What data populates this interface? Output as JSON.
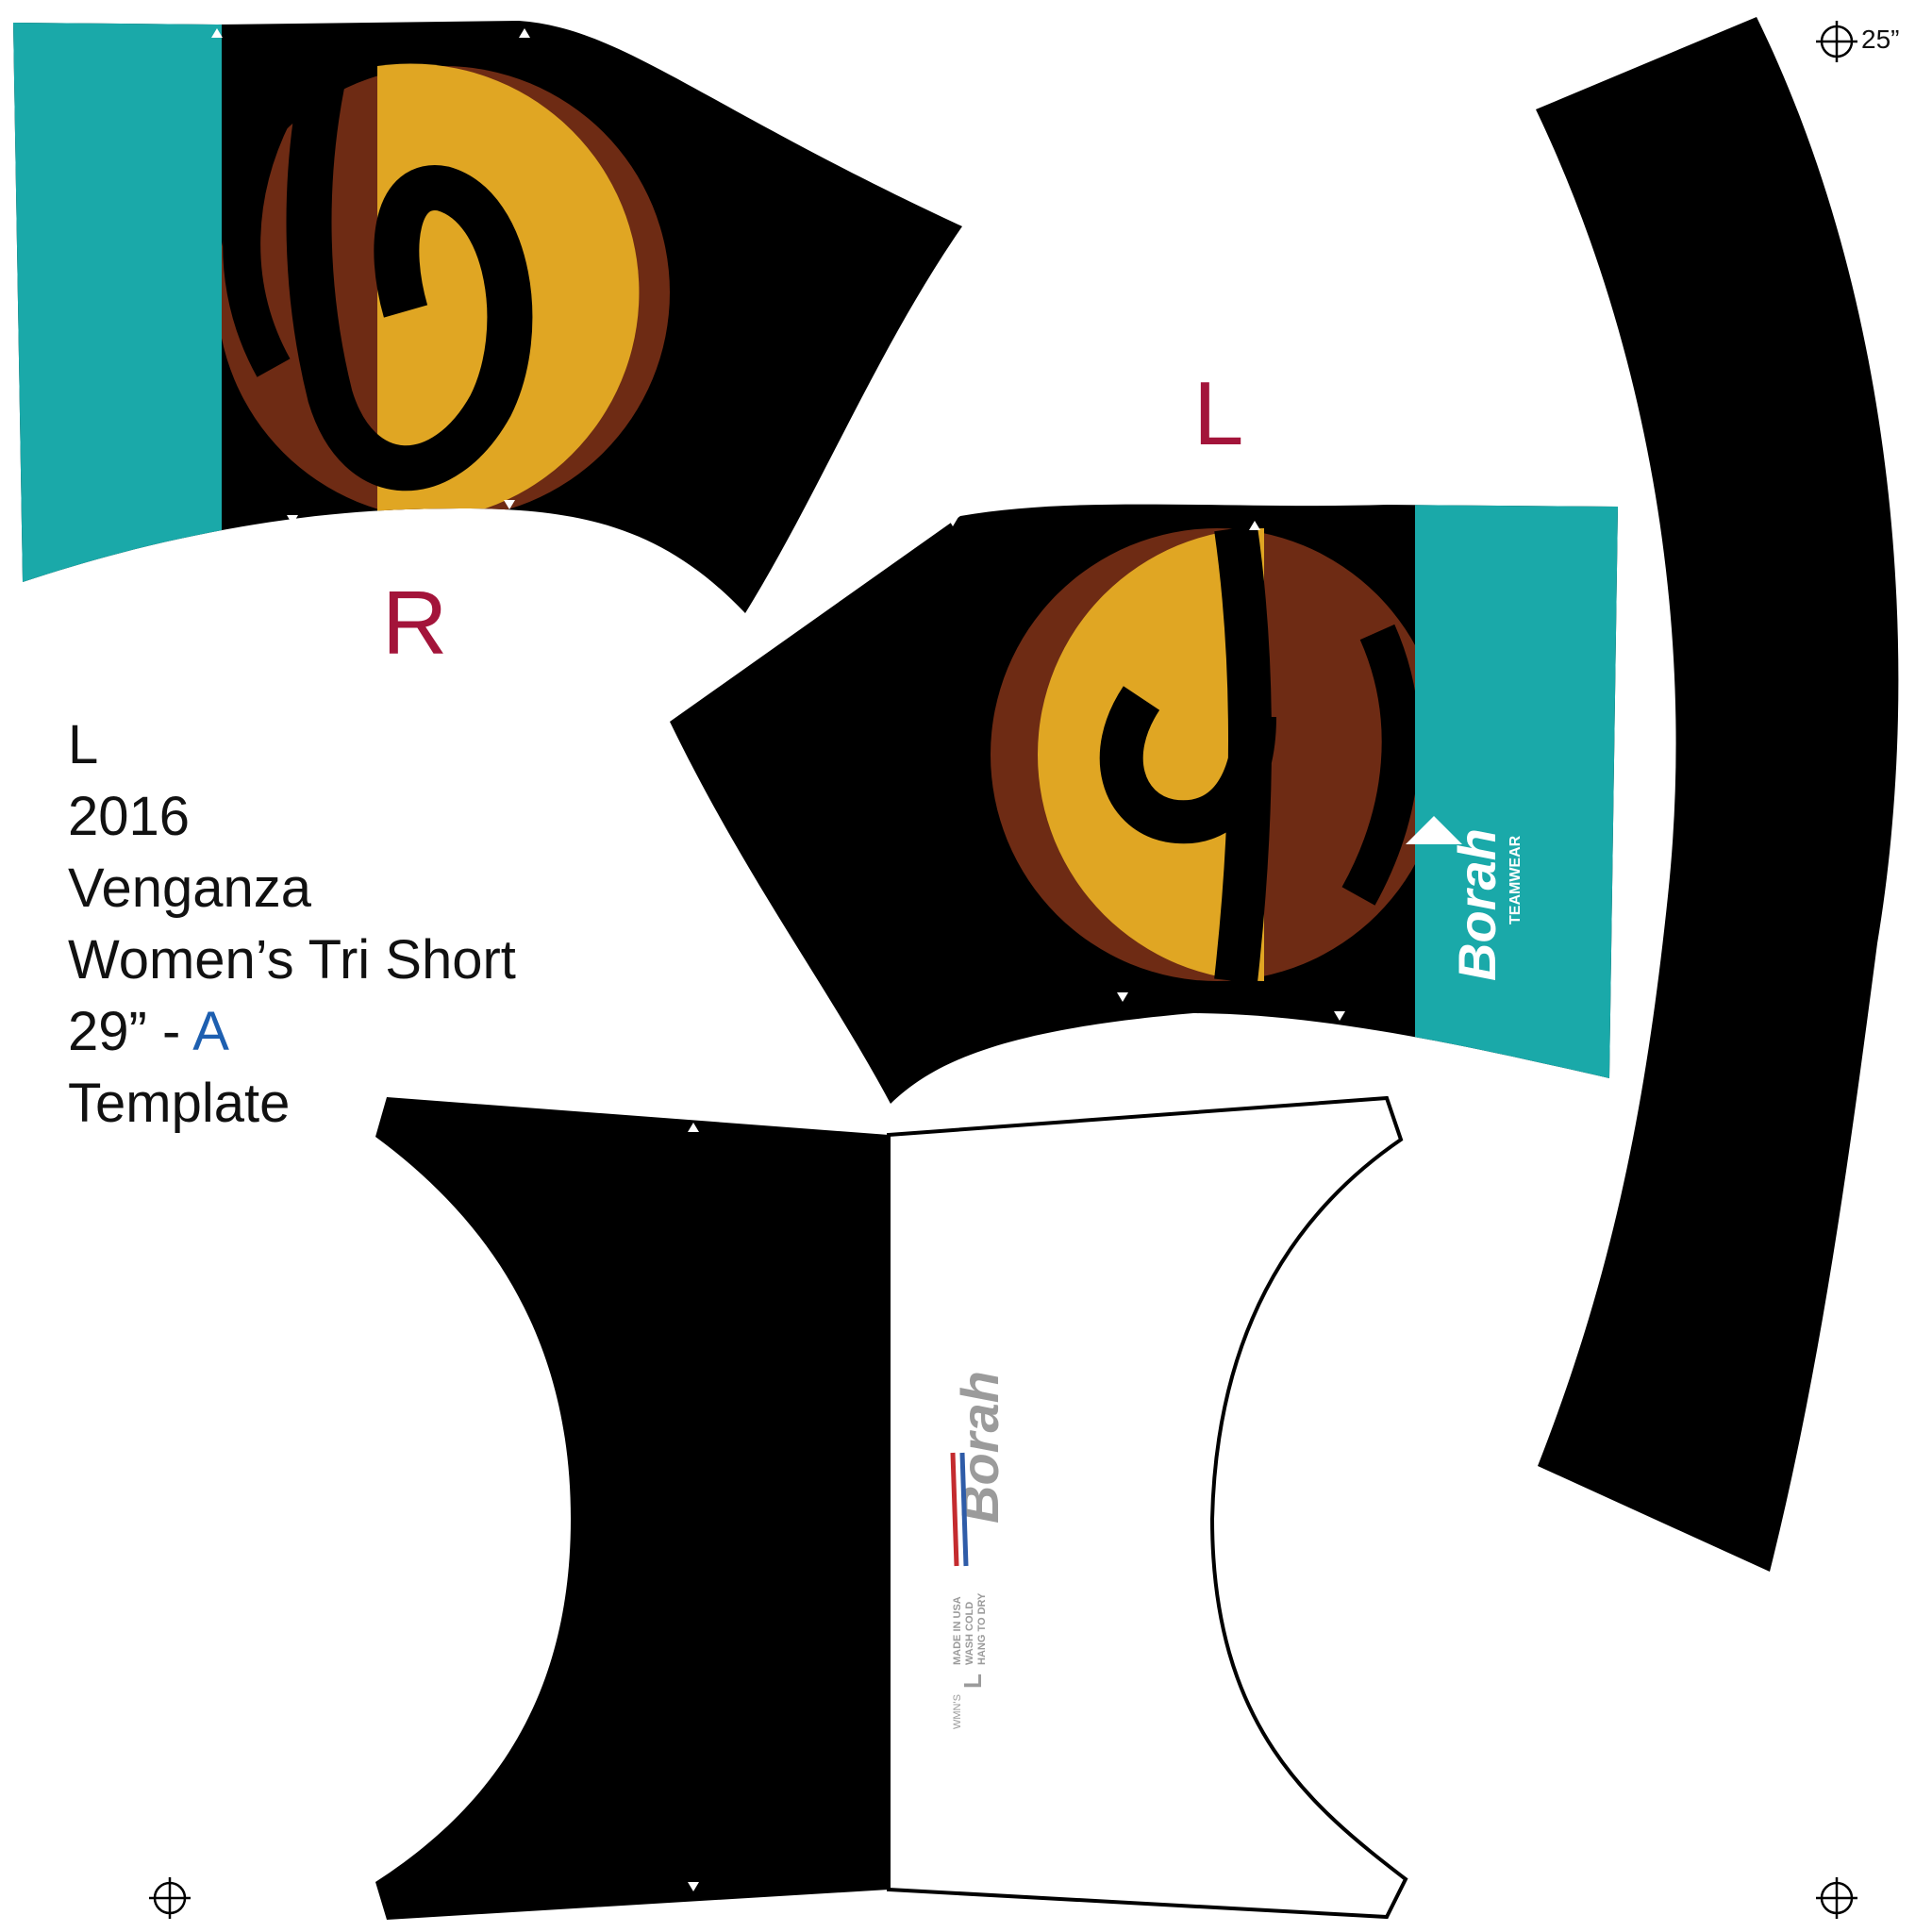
{
  "template": {
    "size": "L",
    "year": "2016",
    "model": "Venganza",
    "product": "Women’s Tri Short",
    "length_prefix": "29” -",
    "variant": "A",
    "doc_type": "Template"
  },
  "panels": {
    "right_label": "R",
    "left_label": "L"
  },
  "registration": {
    "length_label": "25”"
  },
  "branding": {
    "logo_text": "Borah",
    "logo_sub": "TEAMWEAR",
    "care_size": "L",
    "care_lines": [
      "MADE IN USA",
      "WASH COLD",
      "HANG TO DRY"
    ],
    "care_gender": "WMN'S"
  },
  "colors": {
    "teal": "#1aa9a9",
    "gold": "#e0a623",
    "brown": "#6e2b14",
    "black": "#000000",
    "label_red": "#a3143a",
    "variant_blue": "#1d5fb0",
    "logo_gray": "#9b9b9b",
    "stripe_red": "#c42b2f",
    "stripe_blue": "#2f5ca8"
  }
}
